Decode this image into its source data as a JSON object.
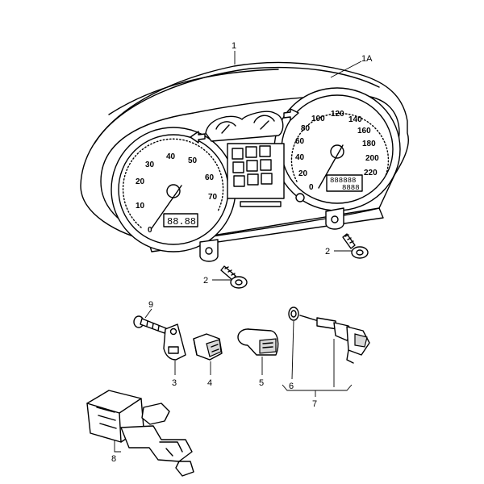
{
  "callouts": {
    "c1": "1",
    "c1a": "1A",
    "c2a": "2",
    "c2b": "2",
    "c3": "3",
    "c4": "4",
    "c5": "5",
    "c6": "6",
    "c7": "7",
    "c8": "8",
    "c9": "9"
  },
  "tachometer": {
    "scale": [
      "0",
      "10",
      "20",
      "30",
      "40",
      "50",
      "60",
      "70"
    ],
    "display": "88.88"
  },
  "speedometer": {
    "scale": [
      "0",
      "20",
      "40",
      "60",
      "80",
      "100",
      "120",
      "140",
      "160",
      "180",
      "200",
      "220"
    ],
    "odometer": "888888",
    "trip": "8888"
  }
}
